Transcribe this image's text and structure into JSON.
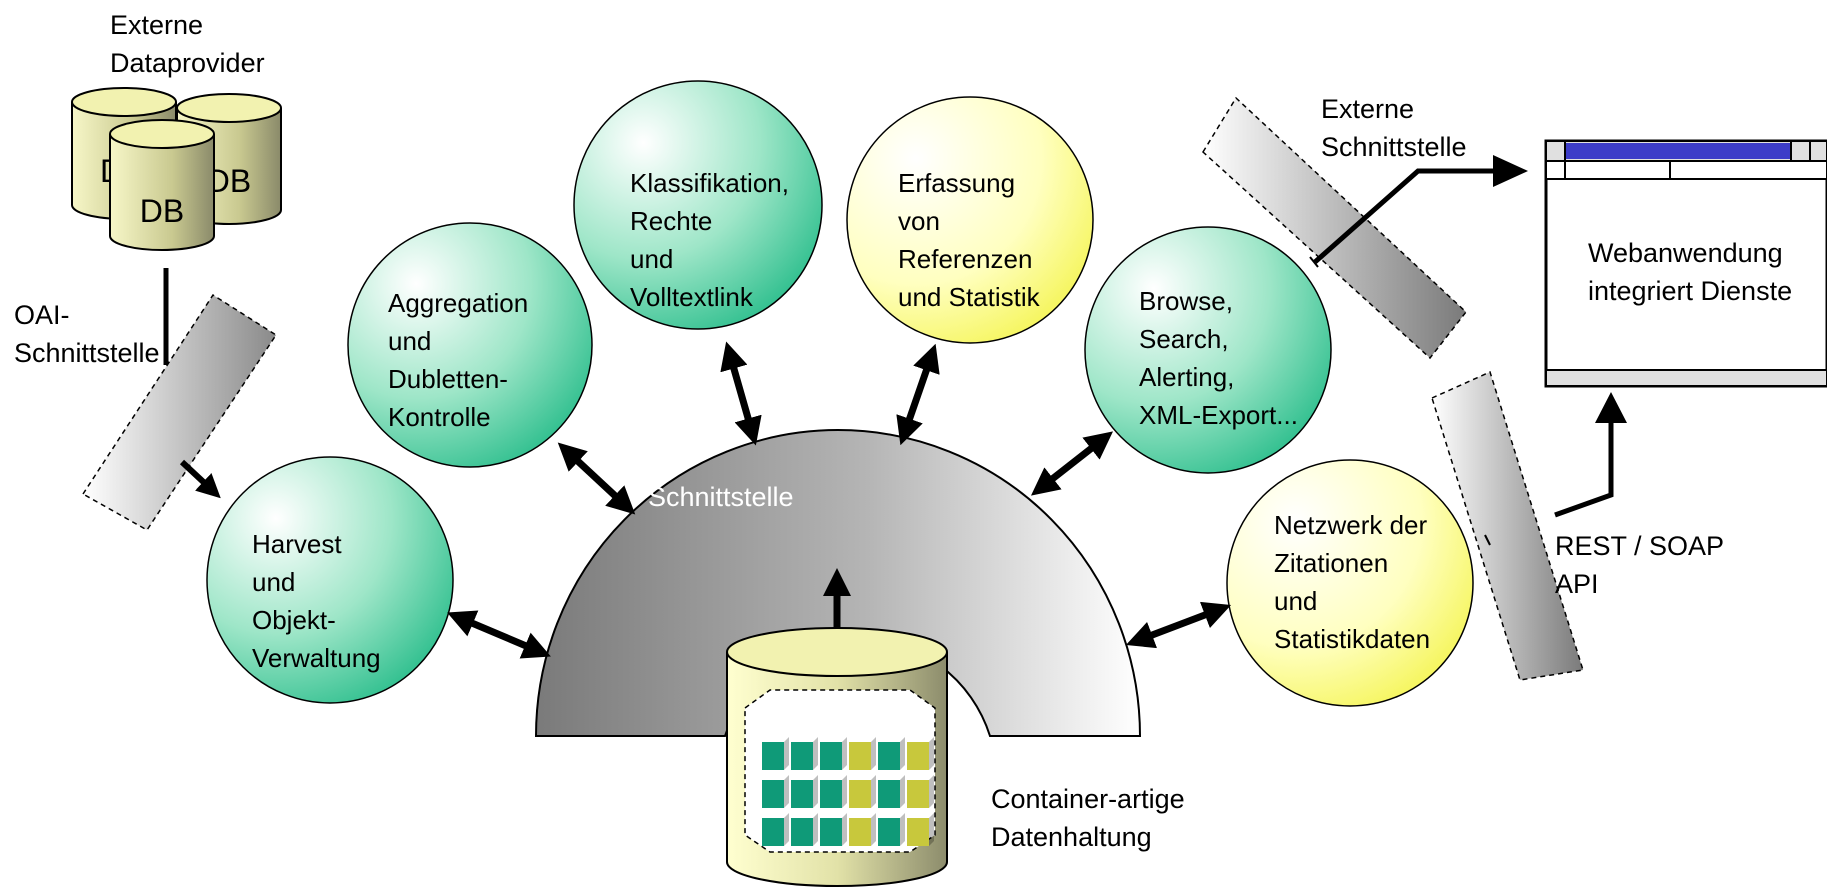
{
  "labels": {
    "externe_dataprovider": "Externe\nDataprovider",
    "db": "DB",
    "oai_schnittstelle": "OAI-\nSchnittstelle",
    "schnittstelle": "Schnittstelle",
    "externe_schnittstelle": "Externe\nSchnittstelle",
    "webanwendung": "Webanwendung\nintegriert Dienste",
    "rest_soap": "REST / SOAP\nAPI",
    "container": "Container-artige\nDatenhaltung"
  },
  "nodes": {
    "harvest": "Harvest\nund\nObjekt-\nVerwaltung",
    "aggregation": "Aggregation\nund\nDubletten-\nKontrolle",
    "klassifikation": "Klassifikation,\nRechte\nund\nVolltextlink",
    "erfassung": "Erfassung\nvon\nReferenzen\nund Statistik",
    "browse": "Browse,\nSearch,\nAlerting,\nXML-Export...",
    "netzwerk": "Netzwerk der\nZitationen\nund\nStatistikdaten"
  },
  "colors": {
    "green_node": "#2fbf8e",
    "yellow_node": "#ffff7a",
    "db_yellow": "#f2f2b0",
    "arc_gray": "#808080",
    "titlebar_blue": "#3c3cc8",
    "cube_green": "#0f9a78",
    "cube_yellow": "#c8c83c"
  }
}
